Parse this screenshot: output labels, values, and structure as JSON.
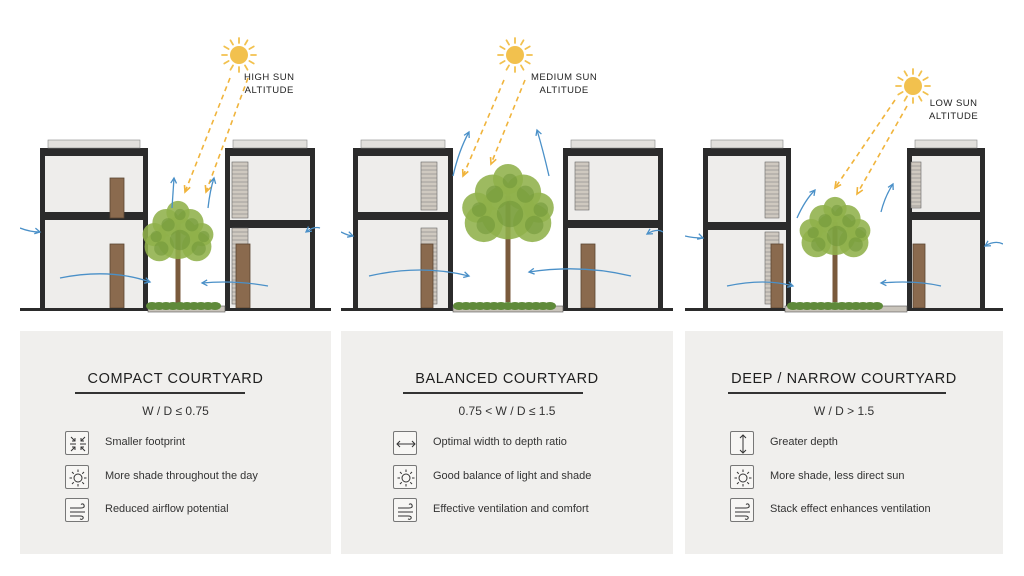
{
  "panels": [
    {
      "sun_label_line1": "HIGH SUN",
      "sun_label_line2": "ALTITUDE",
      "title": "COMPACT COURTYARD",
      "ratio": "W / D  ≤ 0.75",
      "features": [
        {
          "icon": "compress-arrows-icon",
          "text": "Smaller footprint"
        },
        {
          "icon": "sun-icon",
          "text": "More shade throughout the day"
        },
        {
          "icon": "wind-icon",
          "text": "Reduced airflow potential"
        }
      ]
    },
    {
      "sun_label_line1": "MEDIUM SUN",
      "sun_label_line2": "ALTITUDE",
      "title": "BALANCED COURTYARD",
      "ratio": "0.75 < W / D  ≤ 1.5",
      "features": [
        {
          "icon": "horizontal-arrow-icon",
          "text": "Optimal width to depth ratio"
        },
        {
          "icon": "sun-icon",
          "text": "Good balance of light and shade"
        },
        {
          "icon": "wind-icon",
          "text": "Effective ventilation and comfort"
        }
      ]
    },
    {
      "sun_label_line1": "LOW SUN",
      "sun_label_line2": "ALTITUDE",
      "title": "DEEP / NARROW COURTYARD",
      "ratio": "W / D  > 1.5",
      "features": [
        {
          "icon": "vertical-arrow-icon",
          "text": "Greater depth"
        },
        {
          "icon": "sun-icon",
          "text": "More shade, less direct sun"
        },
        {
          "icon": "wind-icon",
          "text": "Stack effect enhances ventilation"
        }
      ]
    }
  ],
  "colors": {
    "sun": "#f2c14e",
    "sun_ray": "#f0b43c",
    "airflow": "#4a90c8",
    "structure": "#2b2b2b",
    "tree": "#8fb14a",
    "card": "#f0efed"
  }
}
